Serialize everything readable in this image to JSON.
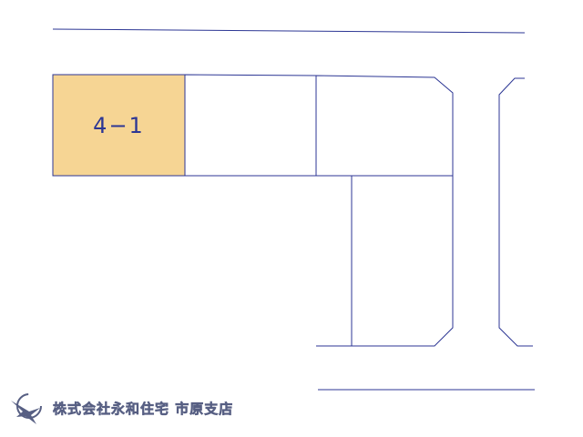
{
  "map": {
    "highlighted_plot": {
      "label": "4−1",
      "fill": "#f6d594"
    },
    "line_color": "#2c3694"
  },
  "watermark": {
    "company": "株式会社永和住宅",
    "branch": "市原支店",
    "brand_color": "#1f2a5a"
  }
}
